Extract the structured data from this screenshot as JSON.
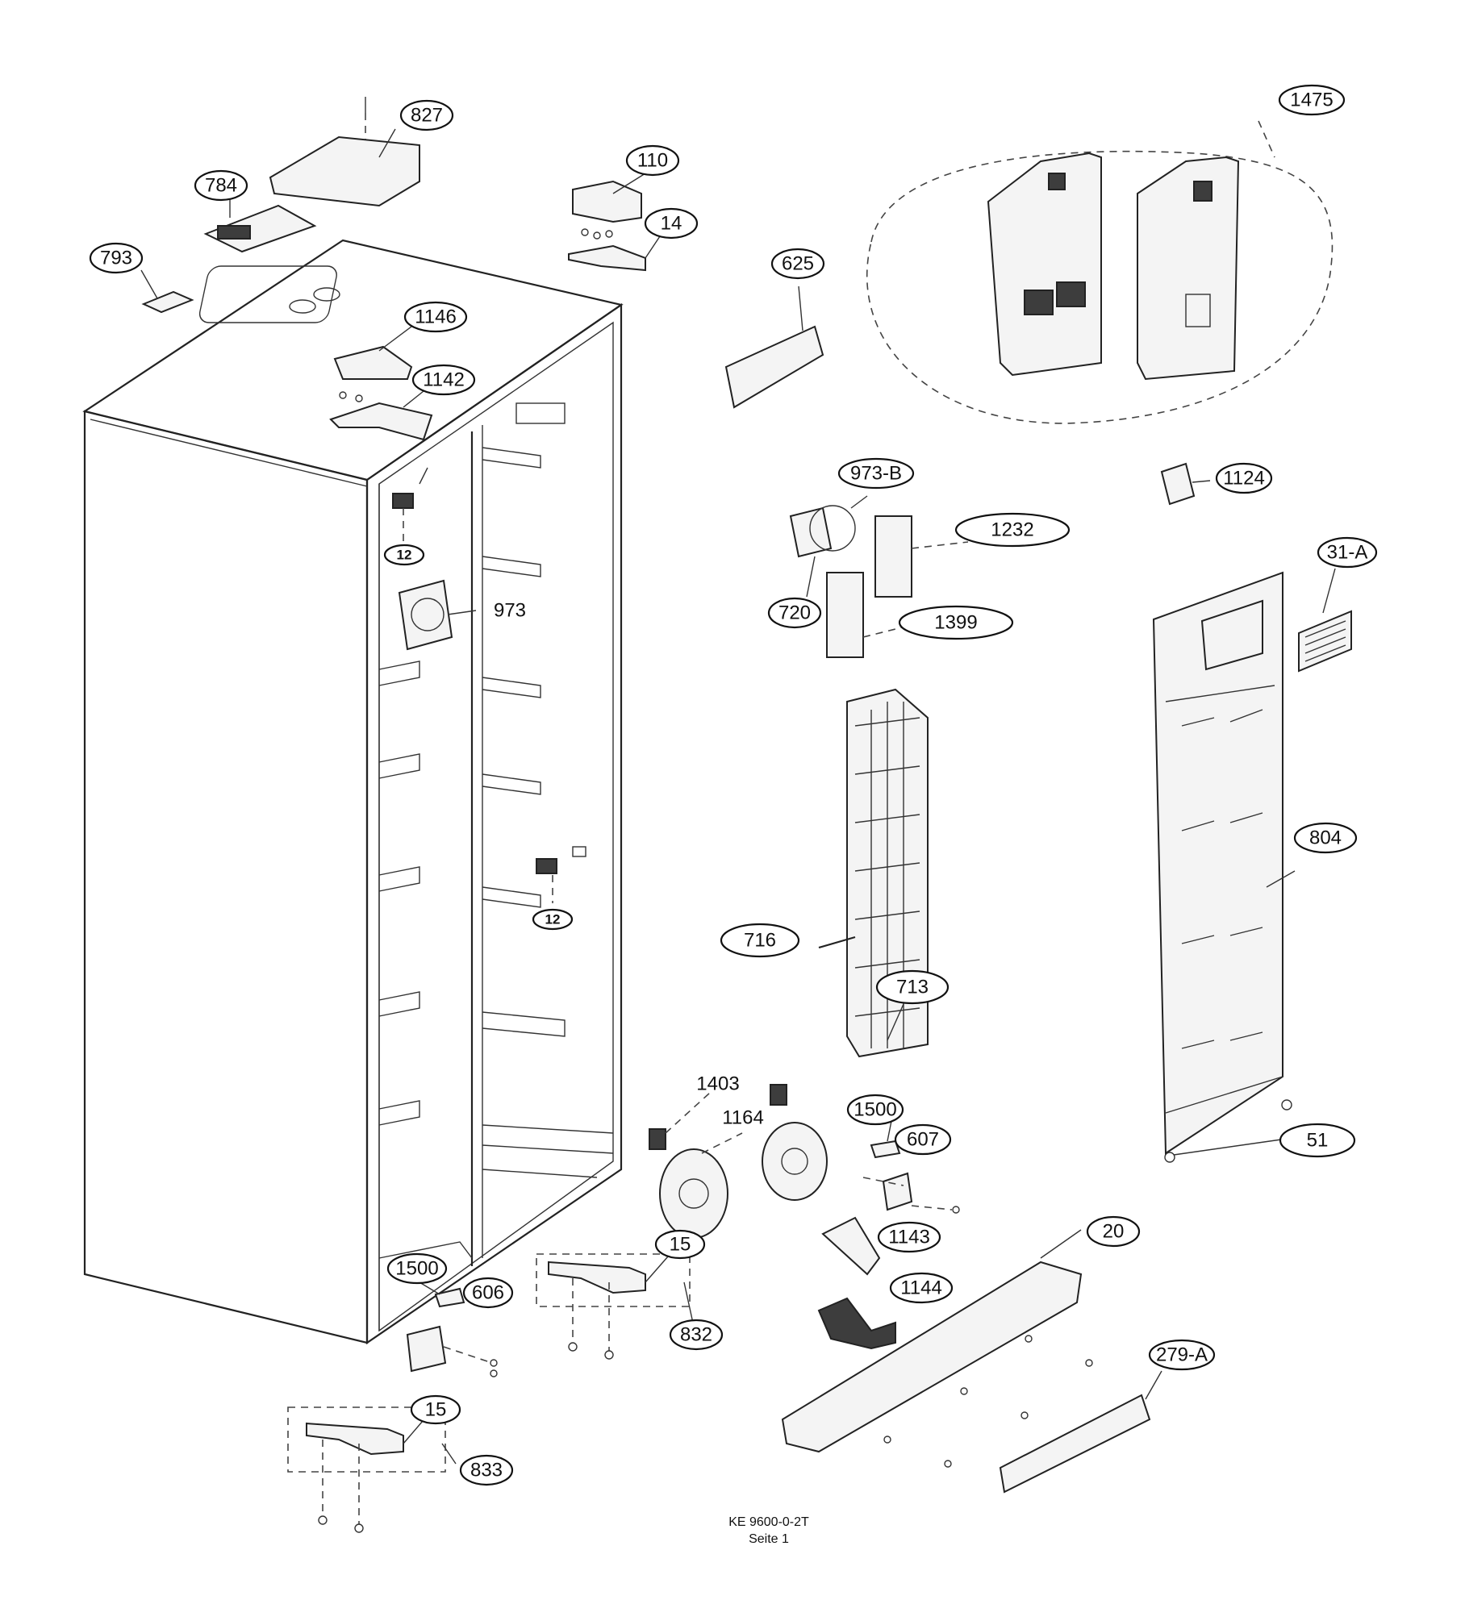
{
  "labels": {
    "l827": "827",
    "l784": "784",
    "l793": "793",
    "l110": "110",
    "l14": "14",
    "l1146": "1146",
    "l1142": "1142",
    "l625": "625",
    "l1475": "1475",
    "l973b": "973-B",
    "l1232": "1232",
    "l720": "720",
    "l1399": "1399",
    "l1124": "1124",
    "l31a": "31-A",
    "l12a": "12",
    "l973": "973",
    "l12b": "12",
    "l716": "716",
    "l713": "713",
    "l804": "804",
    "l1403": "1403",
    "l1164": "1164",
    "l1500a": "1500",
    "l607": "607",
    "l51": "51",
    "l15a": "15",
    "l832": "832",
    "l1500b": "1500",
    "l606": "606",
    "l1143": "1143",
    "l1144": "1144",
    "l20": "20",
    "l15b": "15",
    "l833": "833",
    "l279a": "279-A"
  },
  "footer": {
    "line1": "KE 9600-0-2T",
    "line2": "Seite 1"
  }
}
